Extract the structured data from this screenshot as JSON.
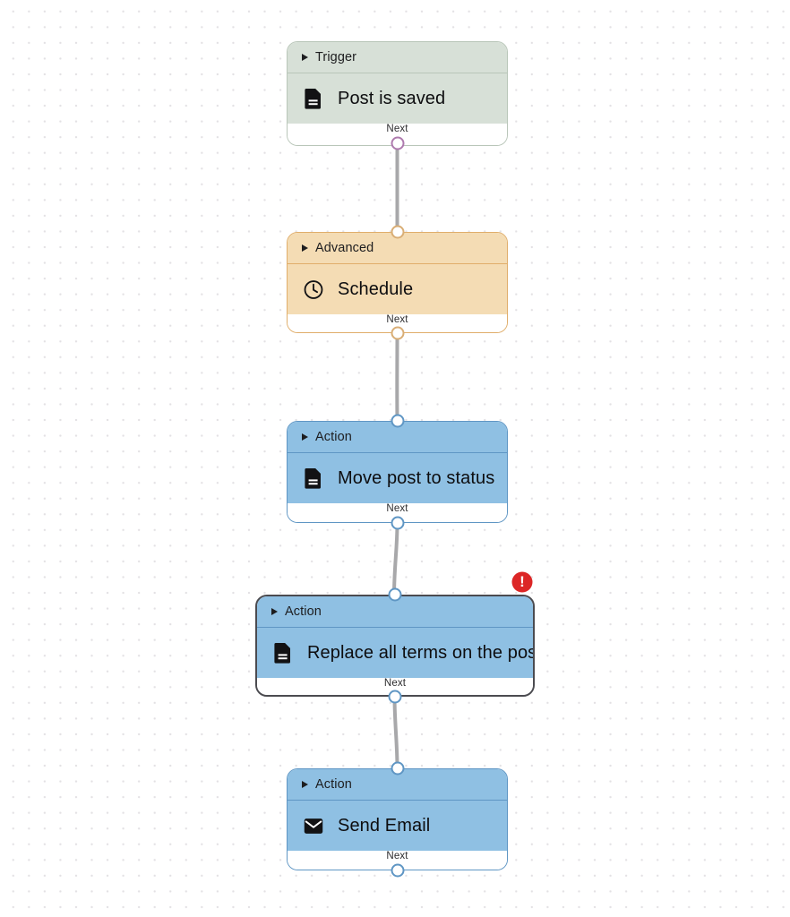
{
  "canvas": {
    "background_color": "#ffffff",
    "grid": "dot-grid",
    "grid_dot_color": "#e3e1e4"
  },
  "nodes": [
    {
      "id": "trigger-post-is-saved",
      "kind": "Trigger",
      "header_label": "Trigger",
      "title": "Post is saved",
      "icon": "document-icon",
      "footer_label": "Next",
      "accent": "#b9c6b9",
      "fill": "#d7e0d7",
      "selected": false,
      "has_error": false
    },
    {
      "id": "advanced-schedule",
      "kind": "Advanced",
      "header_label": "Advanced",
      "title": "Schedule",
      "icon": "clock-icon",
      "footer_label": "Next",
      "accent": "#e0ae6b",
      "fill": "#f4dcb4",
      "selected": false,
      "has_error": false
    },
    {
      "id": "action-move-post-to-status",
      "kind": "Action",
      "header_label": "Action",
      "title": "Move post to status",
      "icon": "document-icon",
      "footer_label": "Next",
      "accent": "#5f96c4",
      "fill": "#8fc0e3",
      "selected": false,
      "has_error": false
    },
    {
      "id": "action-replace-all-terms-on-the-post",
      "kind": "Action",
      "header_label": "Action",
      "title": "Replace all terms on the post",
      "icon": "document-icon",
      "footer_label": "Next",
      "accent": "#5f96c4",
      "fill": "#8fc0e3",
      "selected": true,
      "has_error": true,
      "error_badge": "!"
    },
    {
      "id": "action-send-email",
      "kind": "Action",
      "header_label": "Action",
      "title": "Send Email",
      "icon": "envelope-icon",
      "footer_label": "Next",
      "accent": "#5f96c4",
      "fill": "#8fc0e3",
      "selected": false,
      "has_error": false
    }
  ],
  "ports": {
    "trigger_out_color": "#ae7aae",
    "advanced_in_color": "#d9ae76",
    "advanced_out_color": "#d9ae76",
    "action_port_color": "#5f96c4"
  },
  "edges": [
    {
      "from": "trigger-post-is-saved",
      "to": "advanced-schedule"
    },
    {
      "from": "advanced-schedule",
      "to": "action-move-post-to-status"
    },
    {
      "from": "action-move-post-to-status",
      "to": "action-replace-all-terms-on-the-post"
    },
    {
      "from": "action-replace-all-terms-on-the-post",
      "to": "action-send-email"
    }
  ],
  "edge_color": "#a0a0a2",
  "error": {
    "color": "#dc2626",
    "symbol": "!"
  }
}
